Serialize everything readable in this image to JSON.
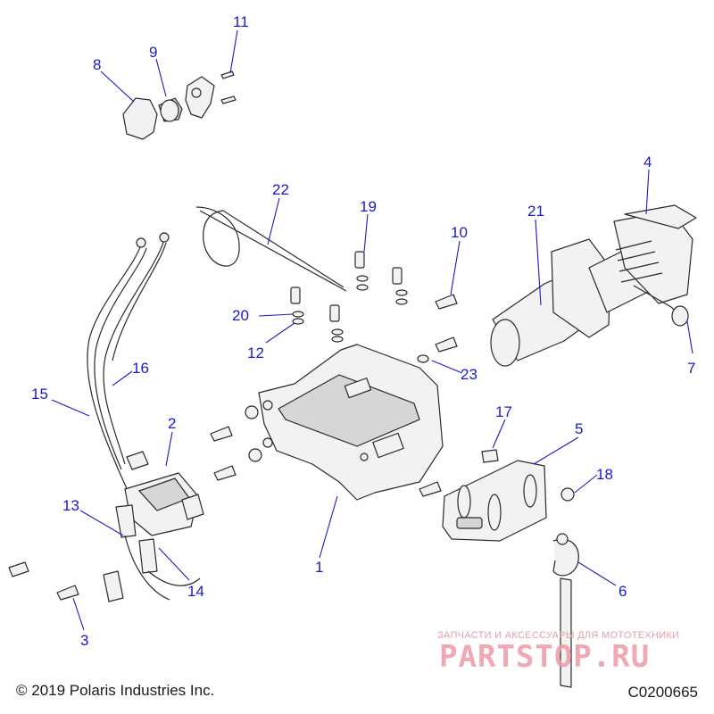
{
  "callouts": [
    {
      "id": "1",
      "label": "1"
    },
    {
      "id": "2",
      "label": "2"
    },
    {
      "id": "3",
      "label": "3"
    },
    {
      "id": "4",
      "label": "4"
    },
    {
      "id": "5",
      "label": "5"
    },
    {
      "id": "6",
      "label": "6"
    },
    {
      "id": "7",
      "label": "7"
    },
    {
      "id": "8",
      "label": "8"
    },
    {
      "id": "9",
      "label": "9"
    },
    {
      "id": "10",
      "label": "10"
    },
    {
      "id": "11",
      "label": "11"
    },
    {
      "id": "12",
      "label": "12"
    },
    {
      "id": "13",
      "label": "13"
    },
    {
      "id": "14",
      "label": "14"
    },
    {
      "id": "15",
      "label": "15"
    },
    {
      "id": "16",
      "label": "16"
    },
    {
      "id": "17",
      "label": "17"
    },
    {
      "id": "18",
      "label": "18"
    },
    {
      "id": "19",
      "label": "19"
    },
    {
      "id": "20",
      "label": "20"
    },
    {
      "id": "21",
      "label": "21"
    },
    {
      "id": "22",
      "label": "22"
    },
    {
      "id": "23",
      "label": "23"
    }
  ],
  "footer": {
    "copyright": "© 2019 Polaris Industries Inc.",
    "drawing_code": "C0200665"
  },
  "watermark": {
    "tagline": "ЗАПЧАСТИ И АКСЕССУАРЫ ДЛЯ МОТОТЕХНИКИ",
    "logo_text": "PARTSTOP.RU"
  },
  "colors": {
    "callout": "#1a1ac8",
    "line_art": "#2a2a2a",
    "watermark": "#ee9aa5"
  }
}
